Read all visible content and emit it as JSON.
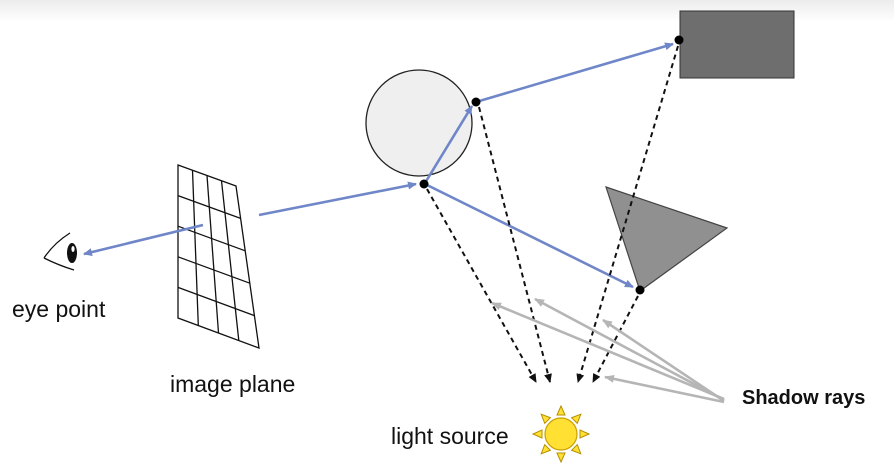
{
  "labels": {
    "eye_point": "eye point",
    "image_plane": "image plane",
    "light_source": "light source",
    "shadow_rays": "Shadow rays"
  },
  "colors": {
    "ray": "#6f86c8",
    "shadow_pointer": "#b5b5b5",
    "dotted_ray": "#111111",
    "rectangle": "#6e6e6e",
    "triangle": "#909090",
    "sphere": "#efefef",
    "sun": "#ffe033"
  },
  "icons": [
    "eye-icon",
    "sun-icon"
  ]
}
